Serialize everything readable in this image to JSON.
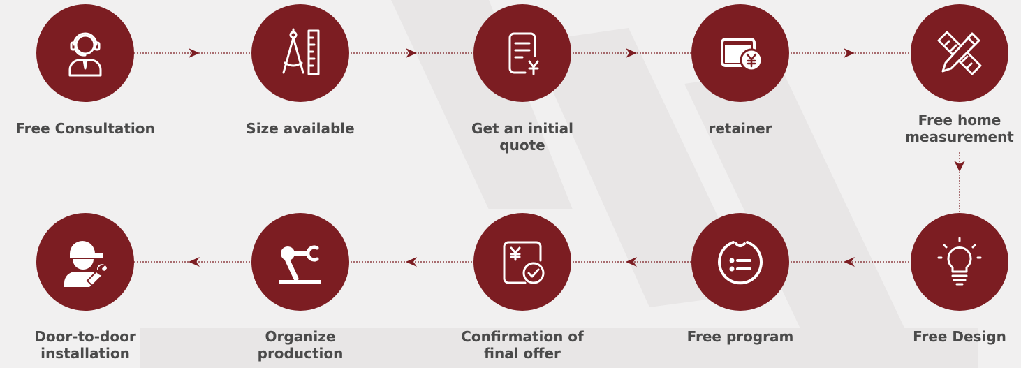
{
  "theme": {
    "circle_color": "#7c1d22",
    "background": "#f1f0f0",
    "label_color": "#4a4a4a",
    "connector_color": "#7c1d22"
  },
  "steps_row1": [
    {
      "label": "Free Consultation",
      "icon": "customer-service-headset-icon"
    },
    {
      "label": "Size available",
      "icon": "compass-ruler-icon"
    },
    {
      "label": "Get an initial\nquote",
      "icon": "quote-document-yen-icon"
    },
    {
      "label": "retainer",
      "icon": "wallet-yen-icon"
    },
    {
      "label": "Free home\nmeasurement",
      "icon": "ruler-pencil-icon"
    }
  ],
  "steps_row2": [
    {
      "label": "Door-to-door\ninstallation",
      "icon": "installer-wrench-icon"
    },
    {
      "label": "Organize\nproduction",
      "icon": "robot-arm-icon"
    },
    {
      "label": "Confirmation of\nfinal offer",
      "icon": "offer-confirm-check-icon"
    },
    {
      "label": "Free program",
      "icon": "program-list-icon"
    },
    {
      "label": "Free Design",
      "icon": "lightbulb-icon"
    }
  ]
}
